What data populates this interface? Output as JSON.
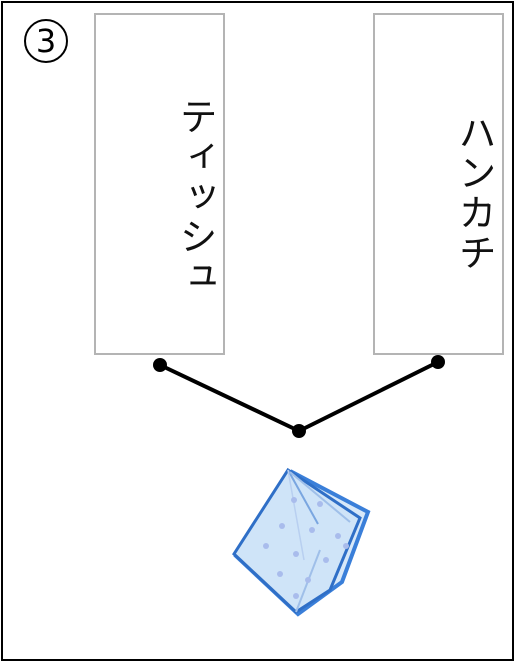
{
  "question_number": "3",
  "choices": [
    {
      "label": "ティッシュ"
    },
    {
      "label": "ハンカチ"
    }
  ],
  "image": {
    "icon": "handkerchief-icon",
    "colors": {
      "fabric": "#cfe4f8",
      "border": "#3a7fd9",
      "dots": "#a9bcec"
    }
  }
}
